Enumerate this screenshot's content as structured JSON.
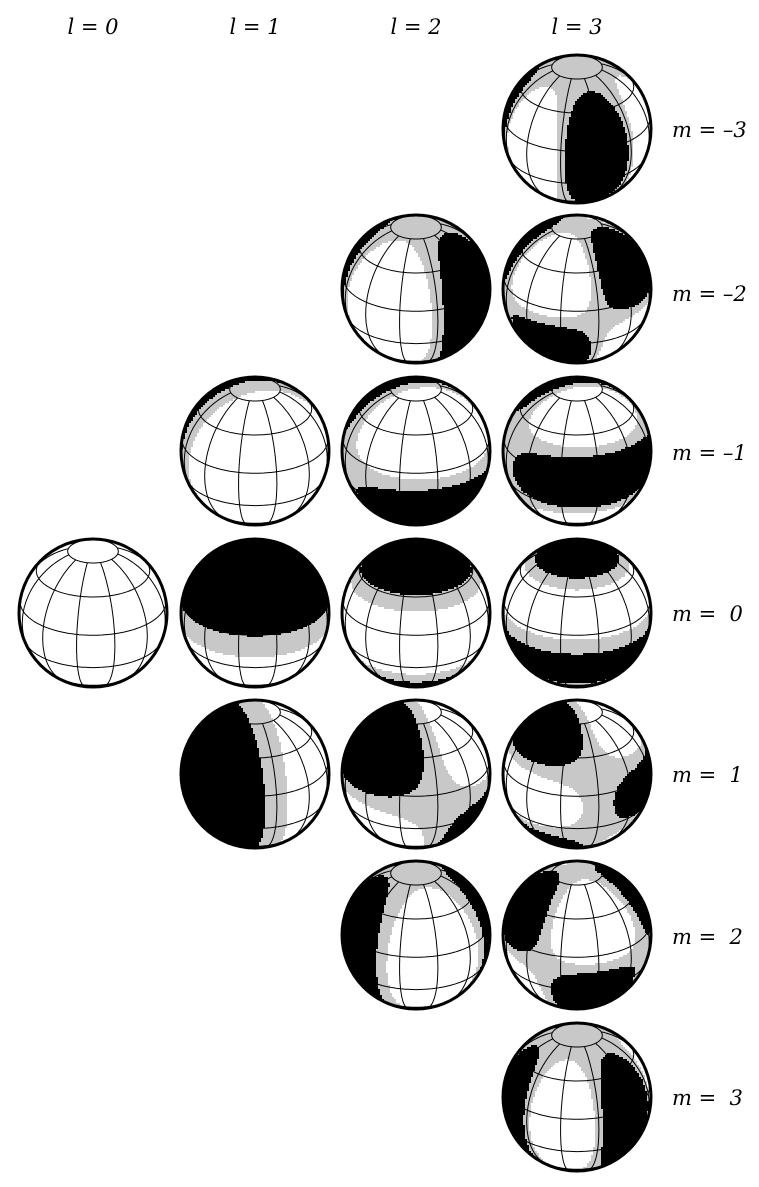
{
  "column_labels": [
    "l = 0",
    "l = 1",
    "l = 2",
    "l = 3"
  ],
  "row_labels": [
    "m = –3",
    "m = –2",
    "m = –1",
    "m =  0",
    "m =  1",
    "m =  2",
    "m =  3"
  ],
  "colors": {
    "positive": "#000000",
    "negative": "#ffffff",
    "near_zero": "#c8c8c8",
    "outline": "#000000"
  },
  "spheres": [
    {
      "l": 3,
      "m": -3
    },
    {
      "l": 2,
      "m": -2
    },
    {
      "l": 3,
      "m": -2
    },
    {
      "l": 1,
      "m": -1
    },
    {
      "l": 2,
      "m": -1
    },
    {
      "l": 3,
      "m": -1
    },
    {
      "l": 0,
      "m": 0
    },
    {
      "l": 1,
      "m": 0
    },
    {
      "l": 2,
      "m": 0
    },
    {
      "l": 3,
      "m": 0
    },
    {
      "l": 1,
      "m": 1
    },
    {
      "l": 2,
      "m": 1
    },
    {
      "l": 3,
      "m": 1
    },
    {
      "l": 2,
      "m": 2
    },
    {
      "l": 3,
      "m": 2
    },
    {
      "l": 3,
      "m": 3
    }
  ]
}
